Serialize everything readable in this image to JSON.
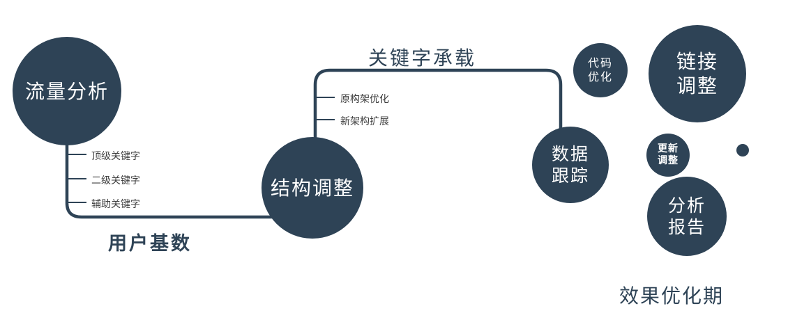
{
  "diagram": {
    "nodes": {
      "traffic": {
        "label": "流量分析"
      },
      "structure": {
        "label": "结构调整"
      },
      "data_tracking": {
        "label": "数据\n跟踪"
      },
      "code_opt": {
        "label": "代码\n优化"
      },
      "link_adjust": {
        "label": "链接\n调整"
      },
      "update_adjust": {
        "label": "更新\n调整"
      },
      "analysis_report": {
        "label": "分析\n报告"
      }
    },
    "edge_labels": {
      "user_base": "用户基数",
      "keyword_bearing": "关键字承载"
    },
    "branches": {
      "left": [
        "顶级关键字",
        "二级关键字",
        "辅助关键字"
      ],
      "middle": [
        "原构架优化",
        "新架构扩展"
      ]
    },
    "footer": "效果优化期",
    "colors": {
      "primary": "#2e4356",
      "node_text": "#ffffff",
      "branch_text": "#3d3d3d",
      "background": "#ffffff"
    }
  }
}
